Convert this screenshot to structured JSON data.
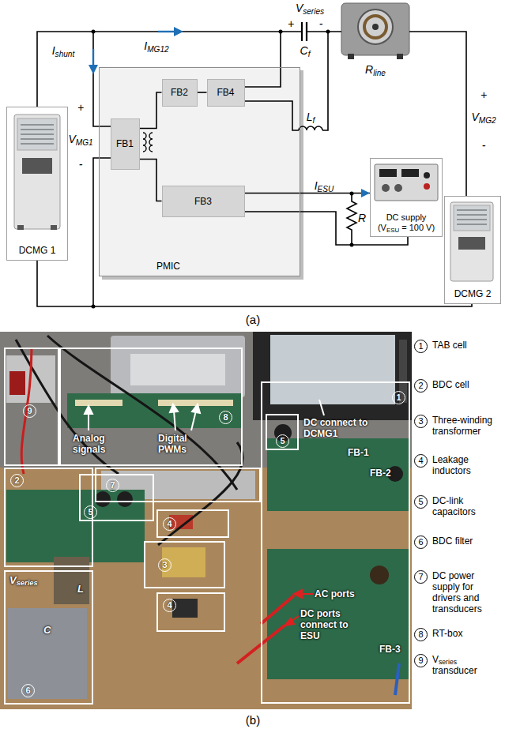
{
  "diagram": {
    "nodes": [
      {
        "text": [
          "DCMG 1"
        ]
      },
      {
        "text": [
          "PMIC"
        ]
      },
      {
        "text": [
          "FB1"
        ],
        "in": 1
      },
      {
        "text": [
          "FB2"
        ],
        "in": 1
      },
      {
        "text": [
          "FB4"
        ],
        "in": 1
      },
      {
        "text": [
          "FB3"
        ],
        "in": 1
      },
      {
        "text": [
          "DC supply",
          "(VESU = 100 V)"
        ]
      },
      {
        "text": [
          "DCMG 2"
        ]
      },
      {
        "text": [
          "9"
        ]
      },
      {
        "text": [
          "8"
        ]
      },
      {
        "text": [
          "7"
        ]
      },
      {
        "text": [
          "1"
        ]
      },
      {
        "text": [
          "5"
        ],
        "in": 11
      },
      {
        "text": [
          "2"
        ]
      },
      {
        "text": [
          "5"
        ]
      },
      {
        "text": [
          "4"
        ]
      },
      {
        "text": [
          "3"
        ]
      },
      {
        "text": [
          "4"
        ]
      },
      {
        "text": [
          "6"
        ]
      }
    ],
    "edges": [
      {
        "from": 2,
        "to": 3,
        "arrow": "none"
      },
      {
        "from": 3,
        "to": 4,
        "arrow": "none"
      },
      {
        "from": 2,
        "to": 5,
        "arrow": "none"
      },
      {
        "from": 5,
        "to": 6,
        "arrow": "to",
        "label": "IESU"
      }
    ],
    "labels": [
      "Vseries",
      "+",
      "-",
      "Cf",
      "Ishunt",
      "IMG12",
      "Rline",
      "+",
      "VMG1",
      "-",
      "Lf",
      "R",
      "+",
      "VMG2",
      "-",
      "(a)",
      "Analog signals",
      "Digital PWMs",
      "DC connect to DCMG1",
      "FB-1",
      "FB-2",
      "AC ports",
      "DC ports connect to ESU",
      "FB-3",
      "Vseries",
      "L",
      "C",
      "(b)",
      "1",
      "TAB cell",
      "2",
      "BDC cell",
      "3",
      "Three-winding transformer",
      "4",
      "Leakage inductors",
      "5",
      "DC-link capacitors",
      "6",
      "BDC filter",
      "7",
      "DC power supply for drivers and transducers",
      "8",
      "RT-box",
      "9",
      "Vseries transducer"
    ]
  }
}
